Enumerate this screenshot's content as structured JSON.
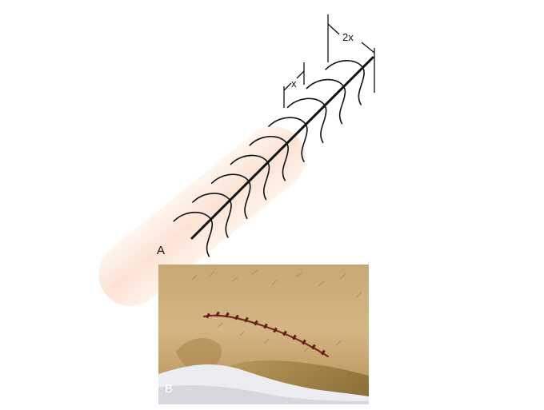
{
  "panels": {
    "a": {
      "label": "A"
    },
    "b": {
      "label": "B"
    }
  },
  "dimensions": {
    "small": "x",
    "large": "2x"
  },
  "colors": {
    "skin_fill": "#fbe3d4",
    "line": "#111111"
  }
}
